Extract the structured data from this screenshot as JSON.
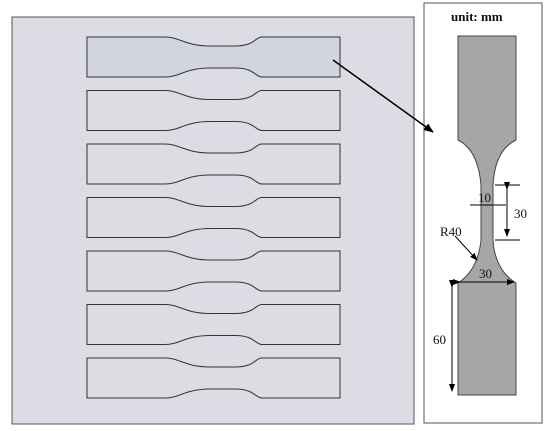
{
  "left_panel": {
    "background": "#dcdde4",
    "plate_fill": "#dcdde3",
    "specimen_count": 7
  },
  "right_panel": {
    "background": "#ffffff",
    "specimen_fill": "#a6a6a6",
    "unit_label": "unit: mm",
    "dimensions": {
      "gauge_width": "10",
      "gauge_length": "30",
      "fillet_radius": "R40",
      "grip_width": "30",
      "grip_length": "60"
    }
  },
  "colors": {
    "outline": "#333333",
    "arrow": "#000000"
  }
}
